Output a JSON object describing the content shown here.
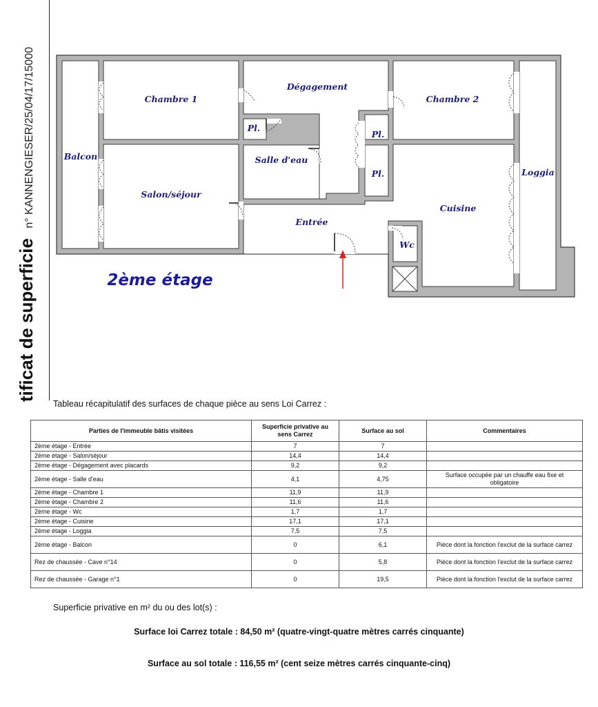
{
  "side": {
    "title": "tificat de superficie",
    "reference": "n° KANNENGIESER/25/04/17/15000"
  },
  "plan": {
    "floor_label": "2ème étage",
    "rooms": {
      "chambre1": "Chambre 1",
      "degagement": "Dégagement",
      "chambre2": "Chambre 2",
      "pl1": "Pl.",
      "pl2": "Pl.",
      "pl3": "Pl.",
      "balcon": "Balcon",
      "salle_eau": "Salle d'eau",
      "loggia": "Loggia",
      "salon": "Salon/séjour",
      "cuisine": "Cuisine",
      "entree": "Entrée",
      "wc": "Wc"
    },
    "colors": {
      "wall": "#b4b4b4",
      "wall_outline": "#3a3a3a",
      "text": "#1c1c7a",
      "entry_arrow": "#e02020"
    }
  },
  "table": {
    "caption": "Tableau récapitulatif des surfaces de chaque pièce au sens Loi Carrez :",
    "headers": [
      "Parties de l'immeuble bâtis visitées",
      "Superficie privative au sens Carrez",
      "Surface au sol",
      "Commentaires"
    ],
    "rows": [
      [
        "2ème étage - Entrée",
        "7",
        "7",
        ""
      ],
      [
        "2ème étage - Salon/séjour",
        "14,4",
        "14,4",
        ""
      ],
      [
        "2ème étage - Dégagement avec placards",
        "9,2",
        "9,2",
        ""
      ],
      [
        "2ème étage - Salle d'eau",
        "4,1",
        "4,75",
        "Surface occupée par un chauffe eau fixe et obligatoire"
      ],
      [
        "2ème étage - Chambre 1",
        "11,9",
        "11,9",
        ""
      ],
      [
        "2ème étage - Chambre 2",
        "11,6",
        "11,6",
        ""
      ],
      [
        "2ème étage - Wc",
        "1,7",
        "1,7",
        ""
      ],
      [
        "2ème étage - Cuisine",
        "17,1",
        "17,1",
        ""
      ],
      [
        "2ème étage - Loggia",
        "7,5",
        "7,5",
        ""
      ],
      [
        "2ème étage - Balcon",
        "0",
        "6,1",
        "Pièce dont la fonction l'exclut de la surface carrez"
      ],
      [
        "Rez de chaussée - Cave n°14",
        "0",
        "5,8",
        "Pièce dont la fonction l'exclut de la surface carrez"
      ],
      [
        "Rez de chaussée - Garage n°1",
        "0",
        "19,5",
        "Pièce dont la fonction l'exclut de la surface carrez"
      ]
    ]
  },
  "summary": {
    "label": "Superficie privative en m² du ou des lot(s) :",
    "carrez_total": "Surface loi Carrez totale : 84,50 m² (quatre-vingt-quatre mètres carrés cinquante)",
    "sol_total": "Surface au sol totale : 116,55 m² (cent seize mètres carrés cinquante-cinq)"
  }
}
